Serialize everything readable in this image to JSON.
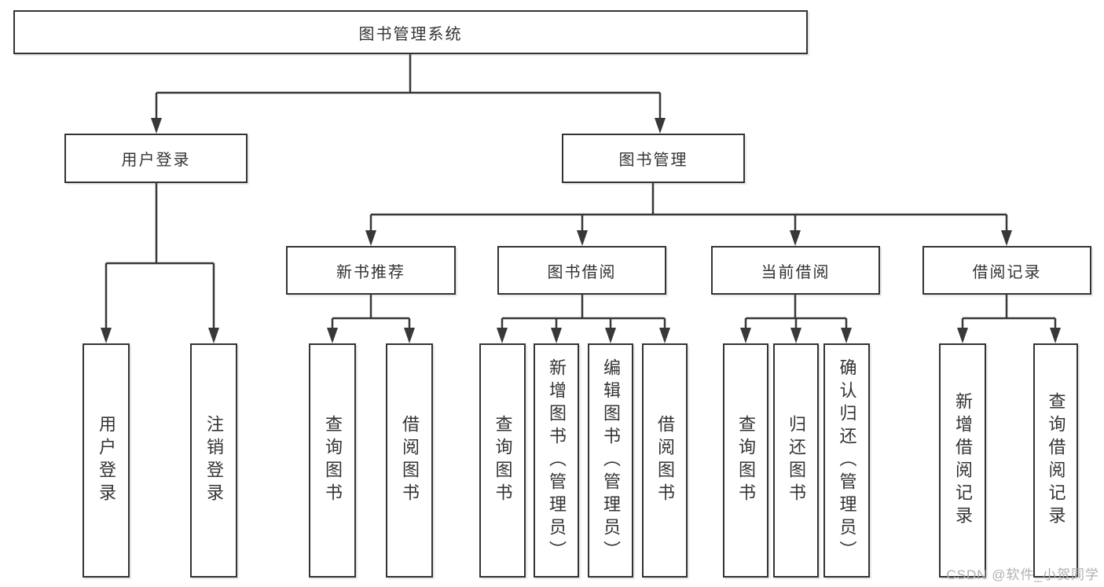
{
  "diagram_title": "图书管理系统",
  "tree": {
    "label": "图书管理系统",
    "children": [
      {
        "label": "用户登录",
        "children": [
          {
            "label": "用户登录"
          },
          {
            "label": "注销登录"
          }
        ]
      },
      {
        "label": "图书管理",
        "children": [
          {
            "label": "新书推荐",
            "children": [
              {
                "label": "查询图书"
              },
              {
                "label": "借阅图书"
              }
            ]
          },
          {
            "label": "图书借阅",
            "children": [
              {
                "label": "查询图书"
              },
              {
                "label": "新增图书（管理员）"
              },
              {
                "label": "编辑图书（管理员）"
              },
              {
                "label": "借阅图书"
              }
            ]
          },
          {
            "label": "当前借阅",
            "children": [
              {
                "label": "查询图书"
              },
              {
                "label": "归还图书"
              },
              {
                "label": "确认归还（管理员）"
              }
            ]
          },
          {
            "label": "借阅记录",
            "children": [
              {
                "label": "新增借阅记录"
              },
              {
                "label": "查询借阅记录"
              }
            ]
          }
        ]
      }
    ]
  },
  "watermark": {
    "text": "CSDN @软件_小贺同学"
  },
  "colors": {
    "line": "#383838",
    "box_border": "#333333",
    "text": "#333333",
    "watermark_text": "#acacb4",
    "background": "#ffffff"
  }
}
